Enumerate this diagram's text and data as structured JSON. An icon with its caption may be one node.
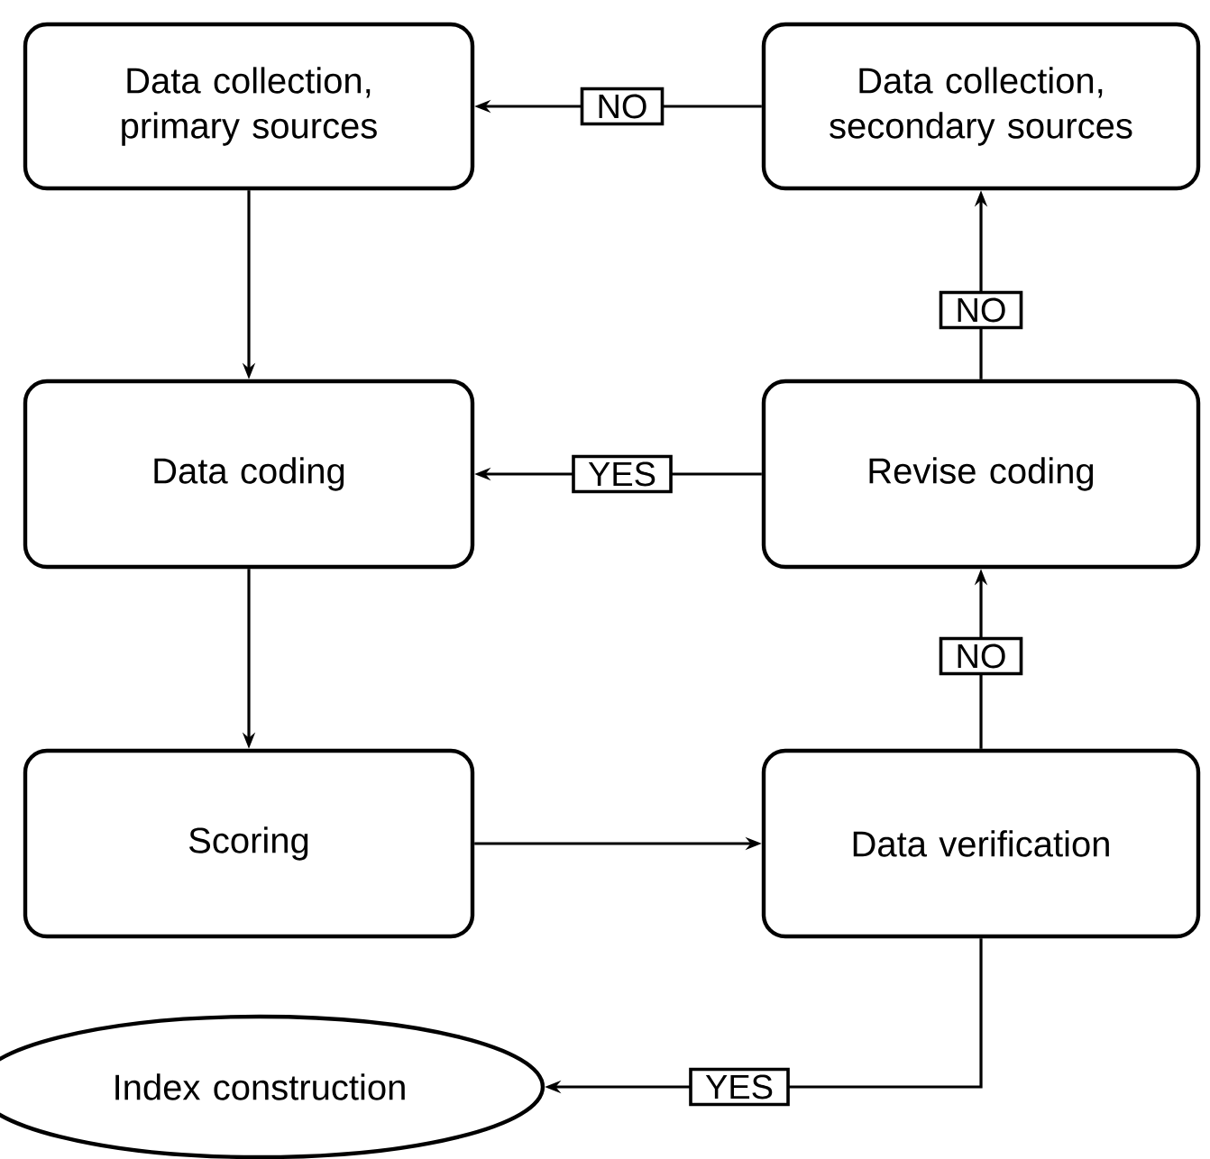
{
  "diagram": {
    "nodes": [
      {
        "text": [
          "Data collection, primary sources"
        ]
      },
      {
        "text": [
          "Data collection, secondary sources"
        ]
      },
      {
        "text": [
          "Data coding"
        ]
      },
      {
        "text": [
          "Revise coding"
        ]
      },
      {
        "text": [
          "Scoring"
        ]
      },
      {
        "text": [
          "Data verification"
        ]
      },
      {
        "text": [
          "Index construction"
        ]
      }
    ],
    "edges": [
      {
        "from": 1,
        "to": 0,
        "arrow": "to",
        "label": "NO"
      },
      {
        "from": 0,
        "to": 2,
        "arrow": "to"
      },
      {
        "from": 3,
        "to": 2,
        "arrow": "to",
        "label": "YES"
      },
      {
        "from": 3,
        "to": 1,
        "arrow": "to",
        "label": "NO"
      },
      {
        "from": 2,
        "to": 4,
        "arrow": "to"
      },
      {
        "from": 4,
        "to": 5,
        "arrow": "to"
      },
      {
        "from": 5,
        "to": 3,
        "arrow": "to",
        "label": "NO"
      },
      {
        "from": 5,
        "to": 6,
        "arrow": "to",
        "label": "YES"
      }
    ]
  }
}
